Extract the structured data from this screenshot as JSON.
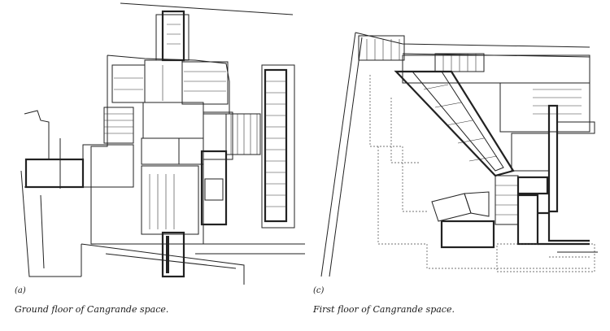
{
  "figures": [
    {
      "label": "(a)",
      "caption": "Ground floor of Cangrande space."
    },
    {
      "label": "(c)",
      "caption": "First floor of Cangrande space."
    }
  ]
}
